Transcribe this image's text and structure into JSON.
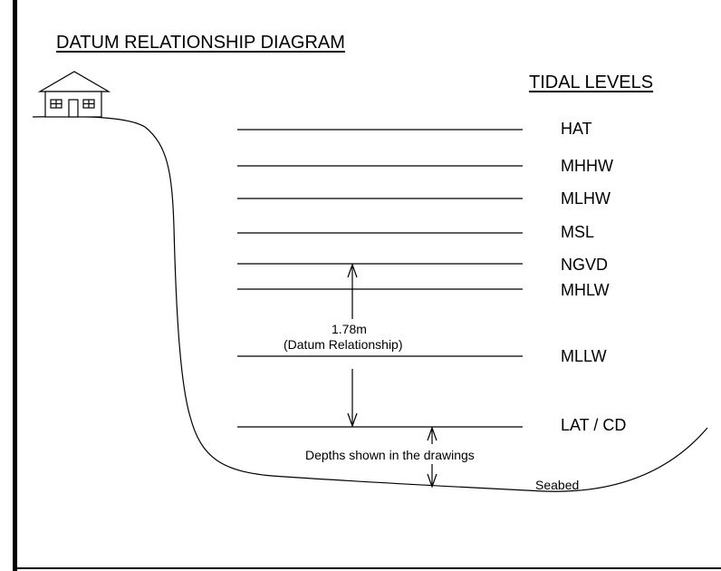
{
  "diagram": {
    "title": "DATUM RELATIONSHIP DIAGRAM",
    "legend_title": "TIDAL LEVELS",
    "levels": [
      {
        "label": "HAT"
      },
      {
        "label": "MHHW"
      },
      {
        "label": "MLHW"
      },
      {
        "label": "MSL"
      },
      {
        "label": "NGVD"
      },
      {
        "label": "MHLW"
      },
      {
        "label": "MLLW"
      },
      {
        "label": "LAT / CD"
      }
    ],
    "datum_value": "1.78m",
    "datum_caption": "(Datum Relationship)",
    "depth_caption": "Depths shown in the drawings",
    "seabed_label": "Seabed"
  }
}
